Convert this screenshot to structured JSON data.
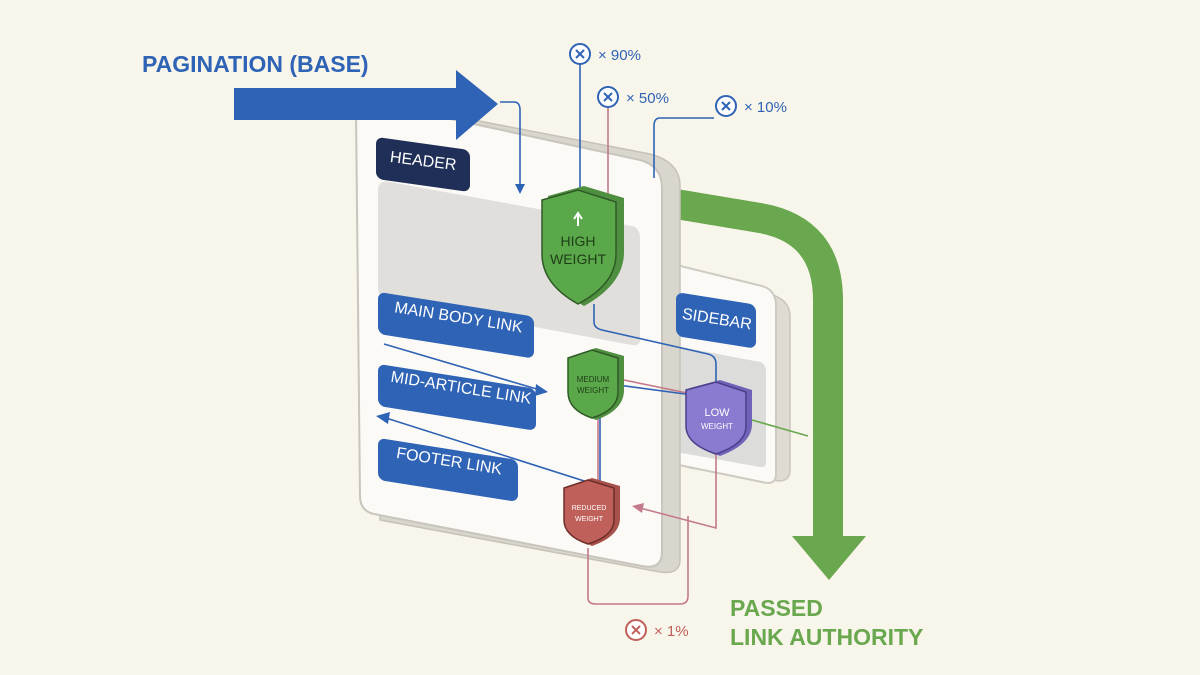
{
  "title": "PAGINATION (BASE)",
  "header_label": "HEADER",
  "sidebar_label": "SIDEBAR",
  "links": {
    "main_body": "MAIN BODY LINK",
    "mid_article": "MID-ARTICLE LINK",
    "footer": "FOOTER LINK"
  },
  "shields": {
    "high": [
      "HIGH",
      "WEIGHT"
    ],
    "medium": [
      "MEDIUM",
      "WEIGHT"
    ],
    "low": [
      "LOW",
      "WEIGHT"
    ],
    "reduced": [
      "REDUCED",
      "WEIGHT"
    ]
  },
  "multipliers": {
    "m90": "× 90%",
    "m50": "× 50%",
    "m10": "× 10%",
    "m1": "× 1%"
  },
  "result": [
    "PASSED",
    "LINK AUTHORITY"
  ],
  "colors": {
    "background": "#f8f5ea",
    "blue": "#2f63b5",
    "navy": "#1f2f57",
    "green": "#6aa84f",
    "shield_green": "#5aa84a",
    "purple": "#8a7ad0",
    "red": "#c0605a",
    "panel": "#fbfaf6",
    "panel_edge": "#d9d6ce"
  }
}
